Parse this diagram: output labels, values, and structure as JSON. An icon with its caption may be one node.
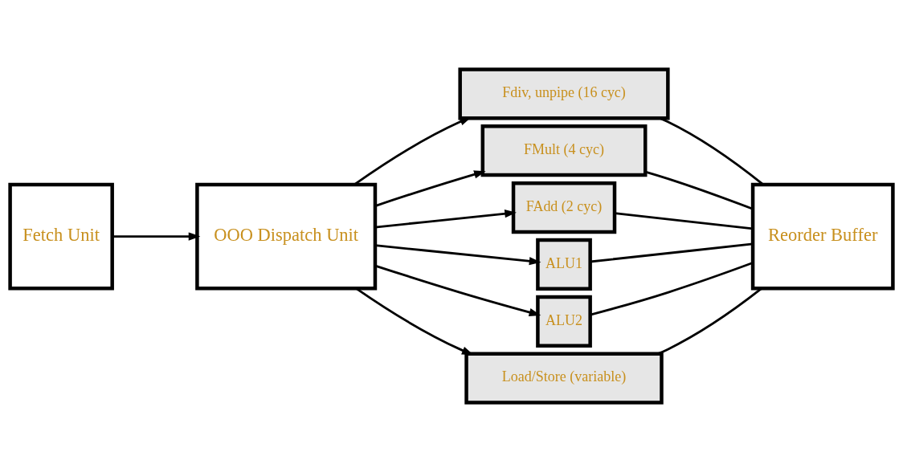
{
  "diagram": {
    "nodes": [
      {
        "text": [
          "Fetch Unit"
        ]
      },
      {
        "text": [
          "OOO Dispatch Unit"
        ]
      },
      {
        "text": [
          "Fdiv, unpipe (16 cyc)"
        ]
      },
      {
        "text": [
          "FMult (4 cyc)"
        ]
      },
      {
        "text": [
          "FAdd (2 cyc)"
        ]
      },
      {
        "text": [
          "ALU1"
        ]
      },
      {
        "text": [
          "ALU2"
        ]
      },
      {
        "text": [
          "Load/Store (variable)"
        ]
      },
      {
        "text": [
          "Reorder Buffer"
        ]
      }
    ],
    "edges": [
      {
        "from": 0,
        "to": 1,
        "arrow": "to"
      },
      {
        "from": 1,
        "to": 2,
        "arrow": "to"
      },
      {
        "from": 1,
        "to": 3,
        "arrow": "to"
      },
      {
        "from": 1,
        "to": 4,
        "arrow": "to"
      },
      {
        "from": 1,
        "to": 5,
        "arrow": "to"
      },
      {
        "from": 1,
        "to": 6,
        "arrow": "to"
      },
      {
        "from": 1,
        "to": 7,
        "arrow": "to"
      },
      {
        "from": 2,
        "to": 8,
        "arrow": "none"
      },
      {
        "from": 3,
        "to": 8,
        "arrow": "none"
      },
      {
        "from": 4,
        "to": 8,
        "arrow": "none"
      },
      {
        "from": 5,
        "to": 8,
        "arrow": "none"
      },
      {
        "from": 6,
        "to": 8,
        "arrow": "none"
      },
      {
        "from": 7,
        "to": 8,
        "arrow": "none"
      }
    ]
  }
}
